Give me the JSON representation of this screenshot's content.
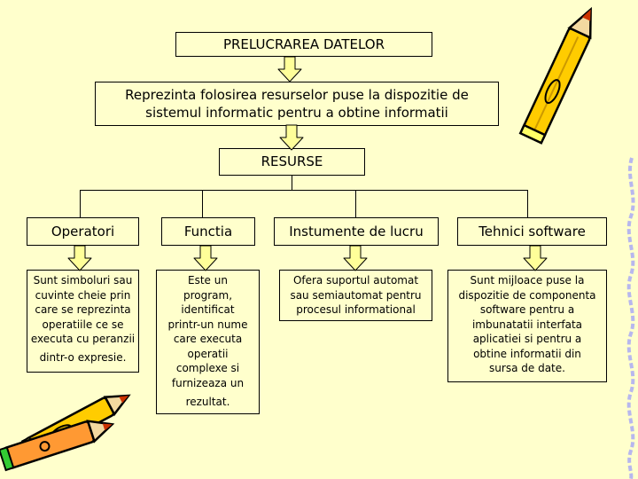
{
  "title": "PRELUCRAREA DATELOR",
  "definition": [
    "Reprezinta folosirea resurselor puse la dispozitie de",
    "sistemul informatic pentru a obtine informatii"
  ],
  "resources_label": "RESURSE",
  "categories": [
    {
      "label": "Operatori",
      "description": [
        "Sunt simboluri sau",
        "cuvinte cheie prin",
        "care se reprezinta",
        "operatiile ce se",
        "executa cu peranzii",
        "dintr-o expresie."
      ]
    },
    {
      "label": "Functia",
      "description": [
        "Este un",
        "program,",
        "identificat",
        "printr-un nume",
        "care executa",
        "operatii",
        "complexe si",
        "furnizeaza un",
        "rezultat."
      ]
    },
    {
      "label": "Instumente de lucru",
      "description": [
        "Ofera suportul automat",
        "sau semiautomat pentru",
        "procesul informational"
      ]
    },
    {
      "label": "Tehnici software",
      "description": [
        "Sunt mijloace puse la",
        "dispozitie de componenta",
        "software pentru a",
        "imbunatatii interfata",
        "aplicatiei si pentru a",
        "obtine informatii din",
        "sursa de date."
      ]
    }
  ],
  "colors": {
    "background": "#ffffcc",
    "arrow": "#ffff99",
    "pencil_body": "#ffcc00",
    "pencil_tip": "#cc3300"
  },
  "icons": [
    "pencil-icon",
    "pencils-icon"
  ]
}
